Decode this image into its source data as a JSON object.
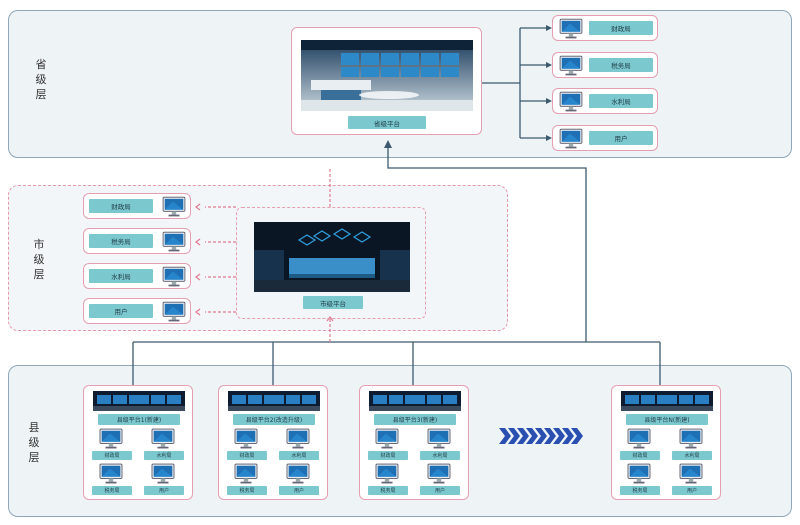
{
  "tiers": {
    "province": "省级层",
    "city": "市级层",
    "county": "县级层"
  },
  "province": {
    "platform_label": "省级平台",
    "agencies": [
      "财政局",
      "税务局",
      "水利局",
      "用户"
    ]
  },
  "city": {
    "platform_label": "市级平台",
    "agencies": [
      "财政局",
      "税务局",
      "水利局",
      "用户"
    ]
  },
  "county": {
    "platforms": [
      {
        "label": "县级平台1(新建)",
        "units": [
          "财政局",
          "水利局",
          "税务局",
          "用户"
        ]
      },
      {
        "label": "县级平台2(改造升级)",
        "units": [
          "财政局",
          "水利局",
          "税务局",
          "用户"
        ]
      },
      {
        "label": "县级平台3(新建)",
        "units": [
          "财政局",
          "水利局",
          "税务局",
          "用户"
        ]
      },
      {
        "label": "县级平台N(新建)",
        "units": [
          "财政局",
          "水利局",
          "税务局",
          "用户"
        ]
      }
    ]
  },
  "colors": {
    "link_solid": "#3c5a6e",
    "link_dashed": "#e07a92",
    "label_fill": "#7cc8cf",
    "tier_border": "#8fa7b8"
  }
}
